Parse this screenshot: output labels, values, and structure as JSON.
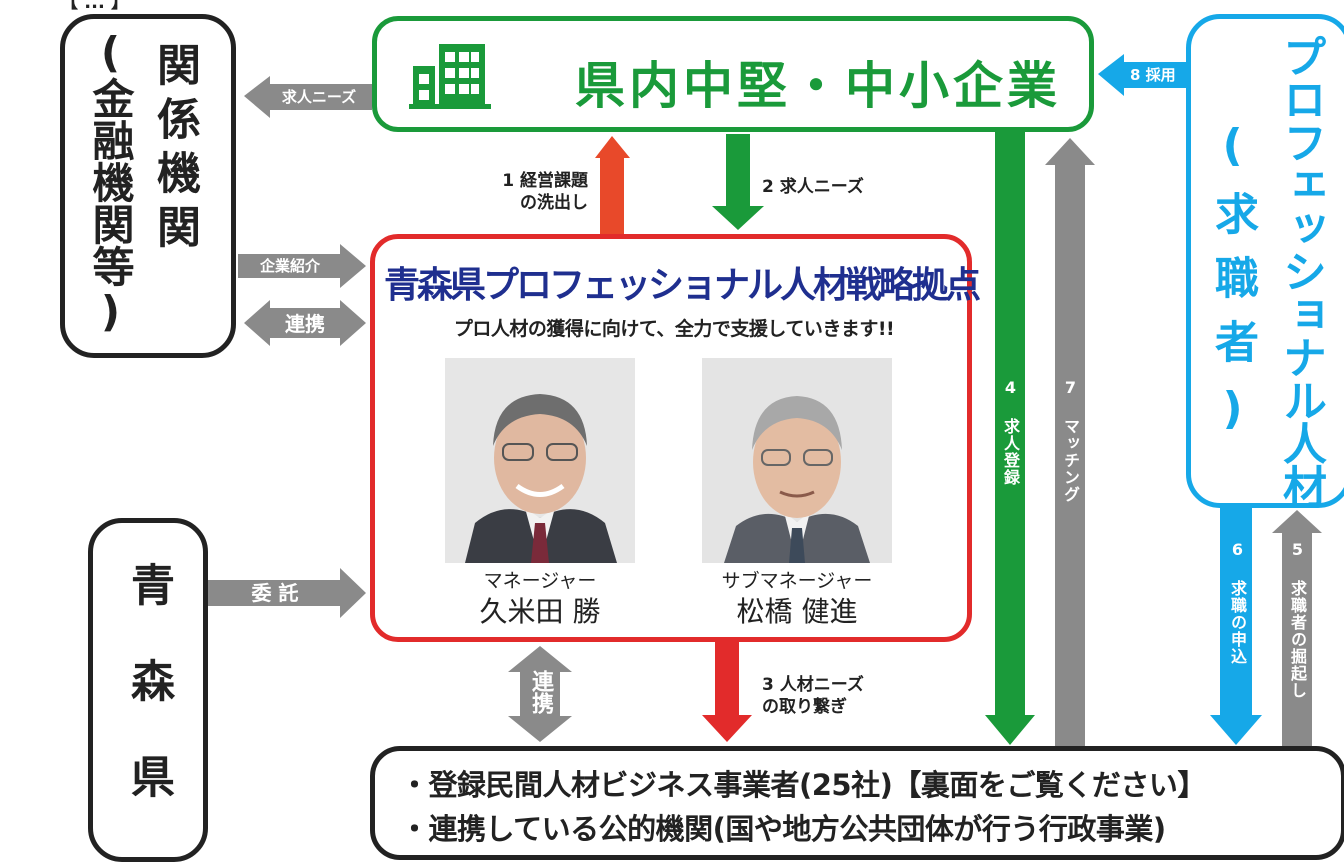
{
  "top_cut_text": "【 ... 】",
  "companies": {
    "title": "県内中堅・中小企業"
  },
  "related": {
    "title": "関係機関",
    "subtitle": "(金融機関等)"
  },
  "prof": {
    "title": "プロフェッショナル人材",
    "subtitle": "(求職者)"
  },
  "aomori": {
    "title": "青森県"
  },
  "hub": {
    "title": "青森県プロフェッショナル人材戦略拠点",
    "subtitle": "プロ人材の獲得に向けて、全力で支援していきます!!",
    "people": [
      {
        "role": "マネージャー",
        "name": "久米田 勝"
      },
      {
        "role": "サブマネージャー",
        "name": "松橋 健進"
      }
    ]
  },
  "bottom": {
    "line1": "・登録民間人材ビジネス事業者(25社)【裏面をご覧ください】",
    "line2": "・連携している公的機関(国や地方公共団体が行う行政事業)"
  },
  "arrows": {
    "a1": "1 経営課題\nの洗出し",
    "a2": "2 求人ニーズ",
    "a3": "3 人材ニーズ\nの取り繋ぎ",
    "a4": "4 求人登録",
    "a5": "5 求職者の掘起し",
    "a6": "6 求職の申込",
    "a7": "7 マッチング",
    "a8": "8 採用",
    "needs": "求人ニーズ",
    "intro": "企業紹介",
    "coop": "連携",
    "commission": "委 託",
    "coop_v": "連携"
  },
  "colors": {
    "green": "#1a9a3a",
    "red": "#e22b2b",
    "blue": "#16a8e8",
    "gray": "#8a8a8a",
    "navy": "#1f2f8f"
  }
}
